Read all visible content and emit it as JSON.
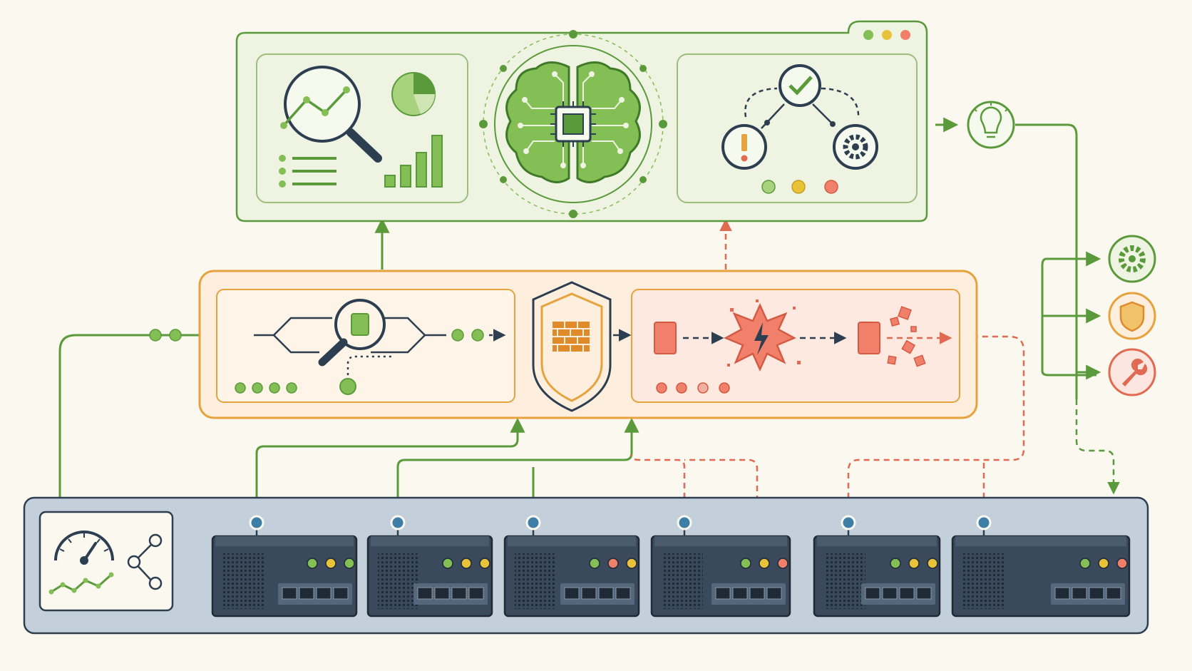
{
  "colors": {
    "background": "#fbf8ef",
    "green": "#5a9a3a",
    "green_light": "#84bf56",
    "green_panel": "#eef3e2",
    "orange": "#e6a23c",
    "orange_panel": "#fdeedd",
    "red": "#e16a52",
    "red_light": "#f0806a",
    "navy": "#2c3e50",
    "blue_panel": "#c3d0dc",
    "device": "#3a4a5c",
    "yellow": "#e8c33a"
  },
  "layers": {
    "analytics": {
      "name": "analytics-layer",
      "panels": [
        "monitoring-panel",
        "ai-brain-panel",
        "decision-panel"
      ],
      "window_dots": [
        "green",
        "yellow",
        "red"
      ]
    },
    "security": {
      "name": "security-layer",
      "panels": [
        "inspection-panel",
        "firewall-shield",
        "threat-panel"
      ]
    },
    "network": {
      "name": "network-layer",
      "device_count": 6
    }
  },
  "icons": {
    "analytics": [
      "magnifier-chart-icon",
      "pie-chart-icon",
      "bar-chart-icon",
      "list-icon"
    ],
    "ai": [
      "brain-icon",
      "cpu-chip-icon"
    ],
    "decision": [
      "check-icon",
      "alert-icon",
      "gear-icon"
    ],
    "security": [
      "packet-inspect-icon",
      "firewall-icon",
      "explosion-icon",
      "packet-icon"
    ],
    "outputs": [
      "lightbulb-icon",
      "gear-icon",
      "shield-icon",
      "wrench-icon"
    ],
    "network": [
      "gauge-icon",
      "trend-line-icon",
      "share-nodes-icon"
    ]
  },
  "devices": [
    {
      "leds": [
        "green",
        "yellow",
        "green"
      ]
    },
    {
      "leds": [
        "green",
        "yellow",
        "yellow"
      ]
    },
    {
      "leds": [
        "green",
        "red",
        "yellow"
      ]
    },
    {
      "leds": [
        "green",
        "yellow",
        "red"
      ]
    },
    {
      "leds": [
        "green",
        "yellow",
        "yellow"
      ]
    },
    {
      "leds": [
        "green",
        "yellow",
        "red"
      ]
    }
  ]
}
